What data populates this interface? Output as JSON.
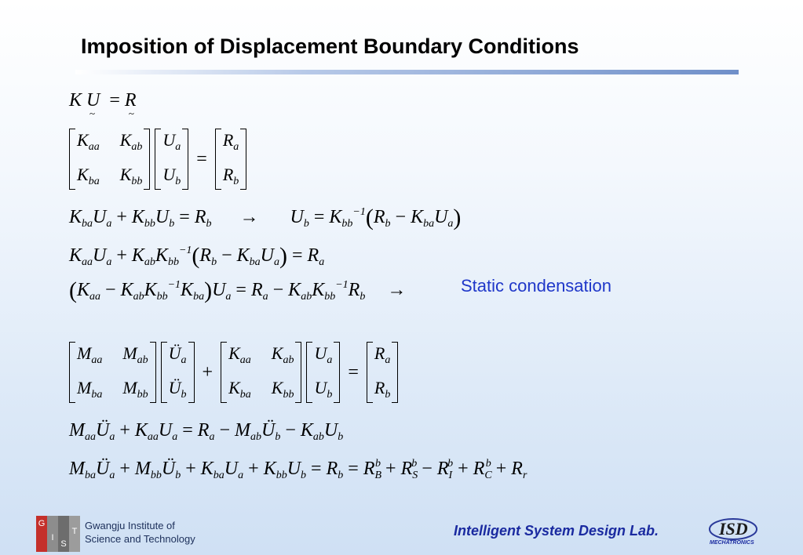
{
  "slide": {
    "title": "Imposition of Displacement Boundary Conditions",
    "static_condensation_label": "Static condensation"
  },
  "footer": {
    "institute_line1": "Gwangju Institute of",
    "institute_line2": "Science and Technology",
    "logo_letters": [
      "G",
      "I",
      "S",
      "T"
    ],
    "lab_name": "Intelligent System Design Lab.",
    "lab_logo_text": "ISD",
    "lab_logo_subtext": "MECHATRONICS"
  },
  "colors": {
    "accent_blue": "#1f37c9",
    "lab_text": "#1a2aa0",
    "gist_red": "#c4302b"
  }
}
